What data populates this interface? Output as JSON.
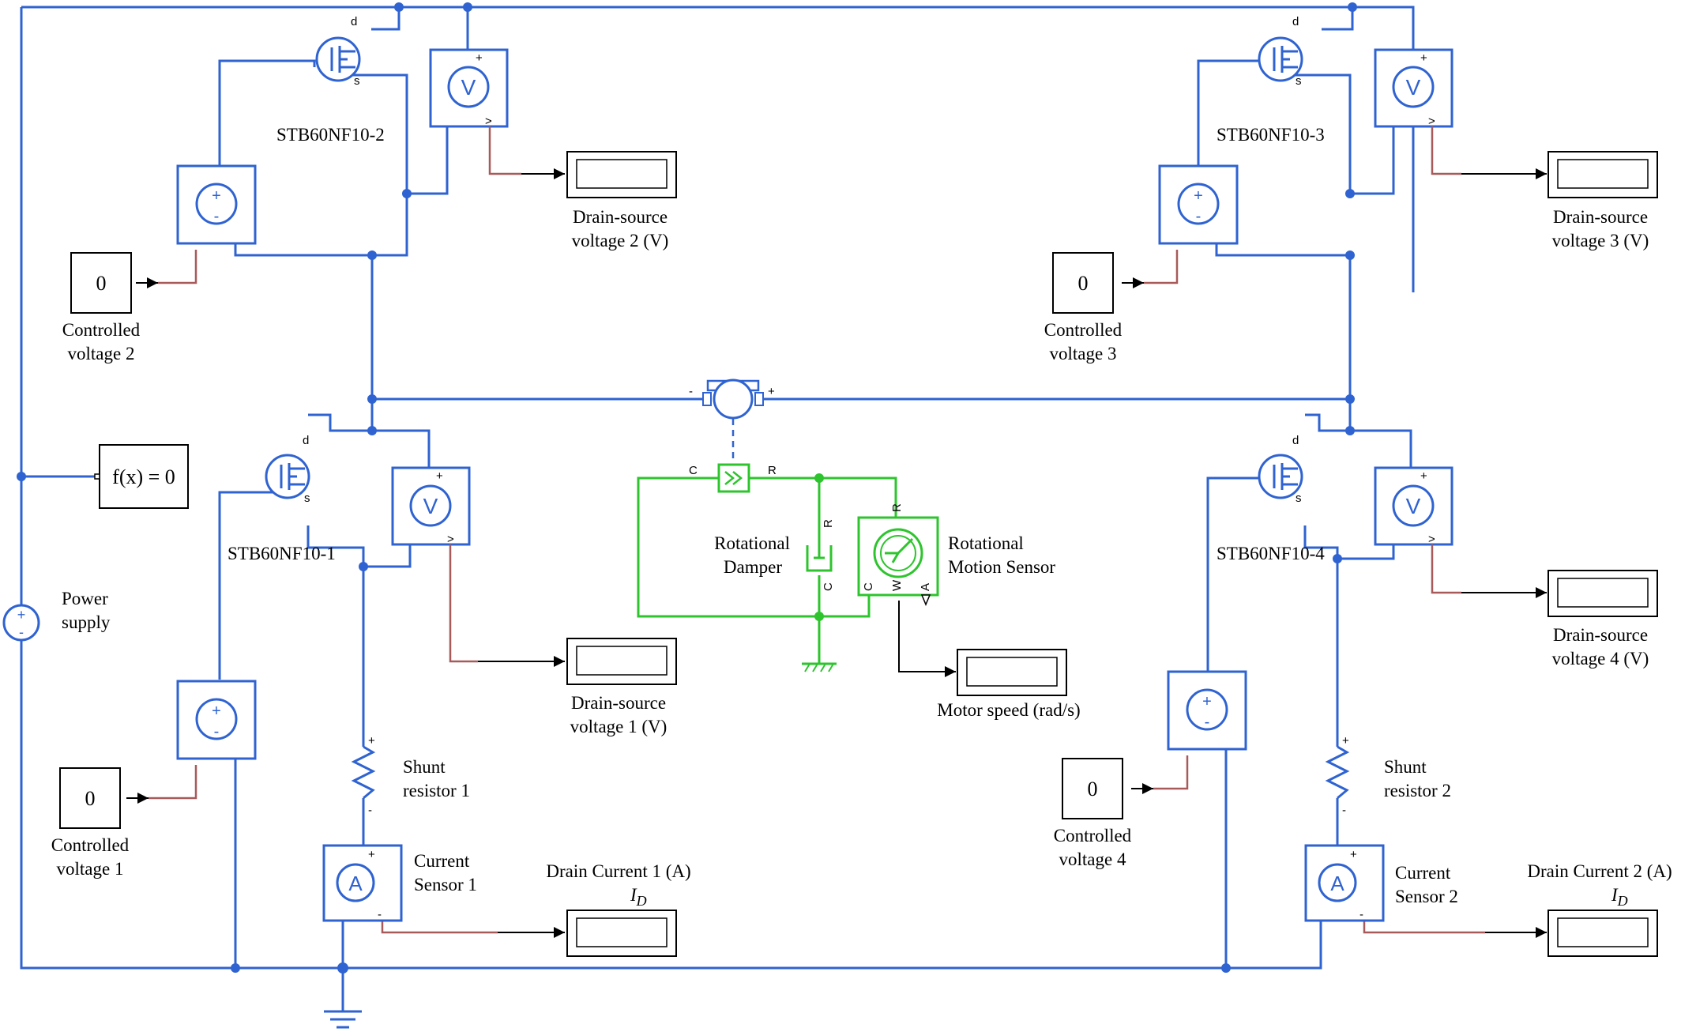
{
  "blocks": {
    "mosfet_1": "STB60NF10-1",
    "mosfet_2": "STB60NF10-2",
    "mosfet_3": "STB60NF10-3",
    "mosfet_4": "STB60NF10-4",
    "const_value": "0",
    "controlled_voltage_1": [
      "Controlled",
      "voltage 1"
    ],
    "controlled_voltage_2": [
      "Controlled",
      "voltage 2"
    ],
    "controlled_voltage_3": [
      "Controlled",
      "voltage 3"
    ],
    "controlled_voltage_4": [
      "Controlled",
      "voltage 4"
    ],
    "ds_voltage_1": [
      "Drain-source",
      "voltage 1 (V)"
    ],
    "ds_voltage_2": [
      "Drain-source",
      "voltage 2 (V)"
    ],
    "ds_voltage_3": [
      "Drain-source",
      "voltage 3 (V)"
    ],
    "ds_voltage_4": [
      "Drain-source",
      "voltage 4 (V)"
    ],
    "solver": "f(x) = 0",
    "power_supply": [
      "Power",
      "supply"
    ],
    "rotational_damper": [
      "Rotational",
      "Damper"
    ],
    "rotational_motion_sensor": [
      "Rotational",
      "Motion Sensor"
    ],
    "motor_speed": "Motor speed (rad/s)",
    "shunt_resistor_1": [
      "Shunt",
      "resistor 1"
    ],
    "shunt_resistor_2": [
      "Shunt",
      "resistor 2"
    ],
    "current_sensor_1": [
      "Current",
      "Sensor 1"
    ],
    "current_sensor_2": [
      "Current",
      "Sensor 2"
    ],
    "drain_current_1": "Drain Current 1 (A)",
    "drain_current_2": "Drain Current 2 (A)",
    "id_symbol": "I",
    "id_subscript": "D"
  },
  "ports": {
    "drain": "d",
    "source": "s",
    "plus": "+",
    "minus": "-",
    "c": "C",
    "r": "R",
    "w": "W",
    "a": "A",
    "v_out": ">"
  },
  "symbols": {
    "voltmeter": "V",
    "ammeter": "A"
  },
  "colors": {
    "electrical": "#2f63d1",
    "mechanical": "#2ec42e",
    "signal": "#a85a5a"
  }
}
